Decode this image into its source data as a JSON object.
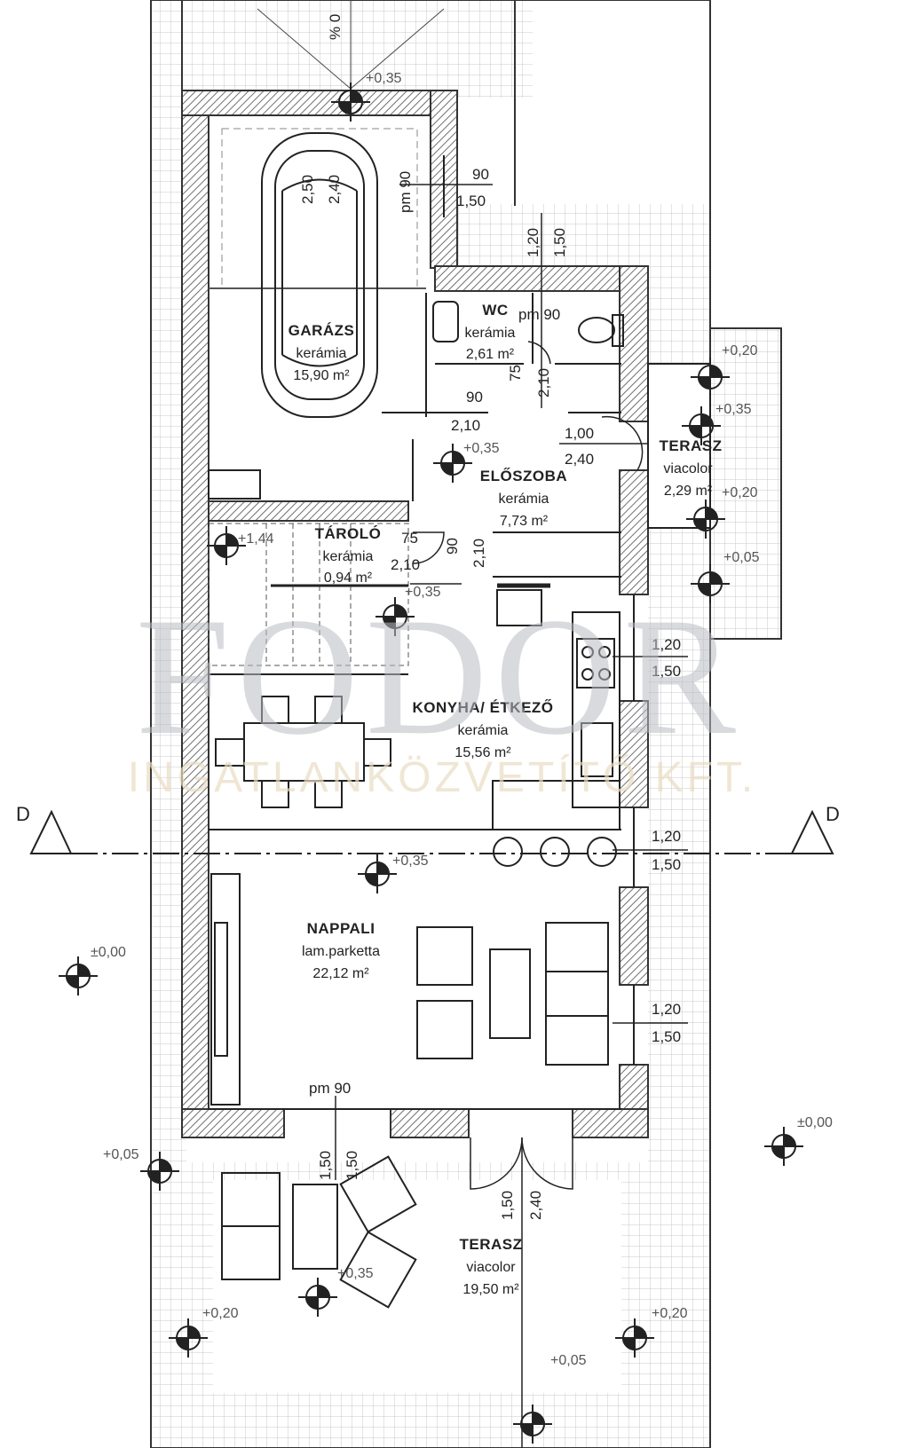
{
  "rooms": {
    "garage": {
      "name": "GARÁZS",
      "floor": "kerámia",
      "area": "15,90 m²"
    },
    "wc": {
      "name": "WC",
      "floor": "kerámia",
      "area": "2,61 m²"
    },
    "hall": {
      "name": "ELŐSZOBA",
      "floor": "kerámia",
      "area": "7,73 m²"
    },
    "storage": {
      "name": "TÁROLÓ",
      "floor": "kerámia",
      "area": "0,94 m²"
    },
    "kitchen": {
      "name": "KONYHA/ ÉTKEZŐ",
      "floor": "kerámia",
      "area": "15,56 m²"
    },
    "living": {
      "name": "NAPPALI",
      "floor": "lam.parketta",
      "area": "22,12 m²"
    },
    "terrace_side": {
      "name": "TERASZ",
      "floor": "viacolor",
      "area": "2,29 m²"
    },
    "terrace_back": {
      "name": "TERASZ",
      "floor": "viacolor",
      "area": "19,50 m²"
    }
  },
  "dimensions": {
    "garage_h1": "2,50",
    "garage_h2": "2,40",
    "garage_win": "pm 90",
    "garage_w1": "90",
    "garage_w2": "1,50",
    "top_v1": "1,20",
    "top_v2": "1,50",
    "wc_pm": "pm 90",
    "wc_75": "75",
    "wc_210": "2,10",
    "garage_door_w": "90",
    "garage_door_h": "2,10",
    "entry_w": "1,00",
    "entry_h": "2,40",
    "storage_75": "75",
    "storage_210": "2,10",
    "hall_90": "90",
    "hall_210": "2,10",
    "kitchen_win_w": "1,20",
    "kitchen_win_h": "1,50",
    "dining_win_w": "1,20",
    "dining_win_h": "1,50",
    "living_win_w": "1,20",
    "living_win_h": "1,50",
    "living_pm": "pm 90",
    "terr_a1": "1,50",
    "terr_a2": "1,50",
    "terr_b1": "1,50",
    "terr_b2": "2,40"
  },
  "levels": {
    "l1": "+0,35",
    "l2": "+0,20",
    "l3": "+0,35",
    "l4": "+0,20",
    "l5": "+0,35",
    "l6": "+1,44",
    "l7": "+0,05",
    "l8": "+0,35",
    "l9": "+0,35",
    "l10": "±0,00",
    "l11": "±0,00",
    "l12": "+0,05",
    "l13": "+0,35",
    "l14": "+0,20",
    "l15": "+0,20",
    "l16": "+0,05",
    "slope": "% 0"
  },
  "section_mark": {
    "left": "D",
    "right": "D"
  },
  "watermark": {
    "brand": "FODOR",
    "company": "INGATLANKÖZVETÍTŐ KFT."
  },
  "colors": {
    "wall": "#333333",
    "hatch": "#6f6f6f",
    "grid": "#c9c9c9",
    "line": "#222222"
  }
}
